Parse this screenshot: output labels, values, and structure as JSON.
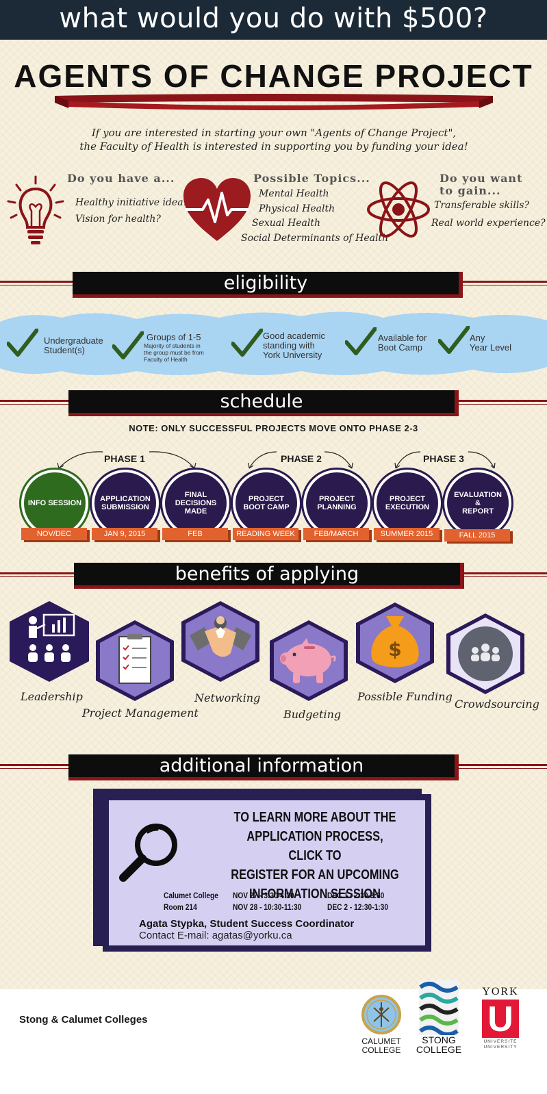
{
  "top_banner": "what would you do with $500?",
  "title": "AGENTS OF CHANGE PROJECT",
  "intro": {
    "line1": "If you are interested in starting your own \"Agents of Change Project\",",
    "line2": "the Faculty of Health is interested in supporting you by funding your idea!"
  },
  "col_left": {
    "heading": "Do you have a...",
    "items": [
      "Healthy initiative idea?",
      "Vision for health?"
    ]
  },
  "col_mid": {
    "heading": "Possible Topics...",
    "items": [
      "Mental Health",
      "Physical Health",
      "Sexual Health",
      "Social Determinants of Health"
    ]
  },
  "col_right": {
    "heading_1": "Do you want",
    "heading_2": "to gain...",
    "items": [
      "Transferable skills?",
      "Real world experience?"
    ]
  },
  "sections": {
    "eligibility": "eligibility",
    "schedule": "schedule",
    "benefits": "benefits of applying",
    "additional": "additional information"
  },
  "eligibility": [
    {
      "line1": "Undergraduate",
      "line2": "Student(s)"
    },
    {
      "line1": "Groups of 1-5",
      "note_1": "Majority of students in",
      "note_2": "the group must be from",
      "note_3": "Faculty of Health"
    },
    {
      "line1": "Good academic",
      "line2": "standing with",
      "line3": "York University"
    },
    {
      "line1": "Available for",
      "line2": "Boot Camp"
    },
    {
      "line1": "Any",
      "line2": "Year Level"
    }
  ],
  "schedule": {
    "note": "NOTE: ONLY SUCCESSFUL PROJECTS MOVE ONTO PHASE 2-3",
    "phases": [
      "PHASE 1",
      "PHASE 2",
      "PHASE 3"
    ],
    "steps": [
      {
        "label_1": "INFO SESSION",
        "label_2": "",
        "label_3": "",
        "date": "NOV/DEC"
      },
      {
        "label_1": "APPLICATION",
        "label_2": "SUBMISSION",
        "label_3": "",
        "date": "JAN 9, 2015"
      },
      {
        "label_1": "FINAL",
        "label_2": "DECISIONS",
        "label_3": "MADE",
        "date": "FEB"
      },
      {
        "label_1": "PROJECT",
        "label_2": "BOOT CAMP",
        "label_3": "",
        "date": "READING WEEK"
      },
      {
        "label_1": "PROJECT",
        "label_2": "PLANNING",
        "label_3": "",
        "date": "FEB/MARCH"
      },
      {
        "label_1": "PROJECT",
        "label_2": "EXECUTION",
        "label_3": "",
        "date": "SUMMER 2015"
      },
      {
        "label_1": "EVALUATION",
        "label_2": "&",
        "label_3": "REPORT",
        "date": "FALL 2015"
      }
    ]
  },
  "benefits": [
    "Leadership",
    "Project Management",
    "Networking",
    "Budgeting",
    "Possible Funding",
    "Crowdsourcing"
  ],
  "info": {
    "headline_1": "TO LEARN MORE ABOUT THE",
    "headline_2": "APPLICATION PROCESS, CLICK TO",
    "headline_3": "REGISTER FOR AN UPCOMING",
    "headline_4": "INFORMATION SESSION",
    "location_1": "Calumet College",
    "location_2": "Room 214",
    "dates": [
      "NOV 27 - 3:30-4:30",
      "NOV 28 - 10:30-11:30",
      "DEC 1 - 2:30-3:30",
      "DEC 2 - 12:30-1:30"
    ],
    "contact_name": "Agata Stypka, Student Success Coordinator",
    "contact_email": "Contact E-mail: agatas@yorku.ca"
  },
  "footer": {
    "left": "Stong & Calumet Colleges",
    "calumet_1": "CALUMET",
    "calumet_2": "COLLEGE",
    "stong_1": "STONG",
    "stong_2": "COLLEGE",
    "york": "YORK",
    "york_u": "U",
    "york_sub_1": "UNIVERSITÉ",
    "york_sub_2": "UNIVERSITY"
  },
  "colors": {
    "banner": "#1c2a38",
    "accent_red": "#8a1418",
    "purple": "#2a1a4e",
    "green": "#2e6b1f",
    "orange": "#e2622f",
    "cloud": "#a9d4f2",
    "york_red": "#e31837"
  }
}
